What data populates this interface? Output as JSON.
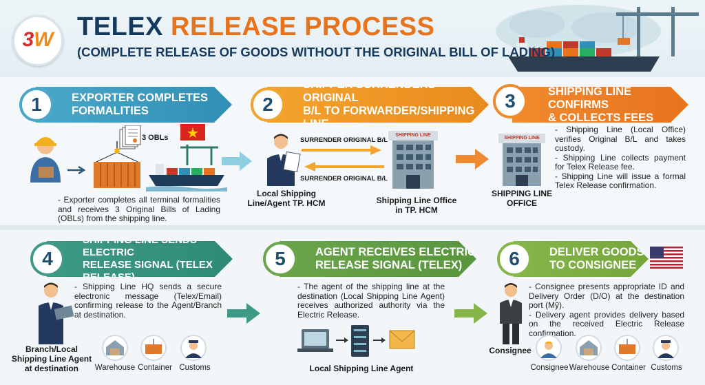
{
  "header": {
    "logo_text_num": "3",
    "logo_text_w": "W",
    "title_part1": "TELEX",
    "title_part2": "RELEASE PROCESS",
    "subtitle": "(COMPLETE RELEASE OF GOODS WITHOUT THE ORIGINAL BILL OF LADING)"
  },
  "steps": [
    {
      "number": "1",
      "title_line1": "EXPORTER COMPLETES",
      "title_line2": "FORMALITIES",
      "obl_label": "3 OBLs",
      "desc": "- Exporter completes all terminal formalities and receives 3 Original Bills of Lading (OBLs) from the shipping line."
    },
    {
      "number": "2",
      "title_line1": "SHIPPER SURRENDERS ORIGINAL",
      "title_line2": "B/L TO FORWARDER/SHIPPING LINE",
      "arrow_top_label": "SURRENDER ORIGINAL B/L",
      "arrow_bottom_label": "SURRENDER ORIGINAL B/L",
      "agent_label": "Local Shipping Line/Agent TP. HCM",
      "building_sign": "SHIPPING LINE",
      "office_label": "Shipping Line Office in TP. HCM"
    },
    {
      "number": "3",
      "title_line1": "SHIPPING LINE CONFIRMS",
      "title_line2": "& COLLECTS FEES",
      "building_sign": "SHIPPING LINE",
      "office_label": "SHIPPING LINE OFFICE",
      "desc": [
        "- Shipping Line (Local Office) verifies Original B/L and takes custody.",
        "- Shipping Line collects payment for Telex Release fee.",
        "- Shipping Line will issue a formal Telex Release confirmation."
      ]
    },
    {
      "number": "4",
      "title_line1": "SHIPPING LINE SENDS ELECTRIC",
      "title_line2": "RELEASE SIGNAL (TELEX RELEASE)",
      "desc": "- Shipping Line HQ sends a secure electronic message (Telex/Email) confirming release to the Agent/Branch at destination.",
      "agent_label": "Branch/Local Shipping Line Agent at destination",
      "icons": [
        "Warehouse",
        "Container",
        "Customs"
      ]
    },
    {
      "number": "5",
      "title_line1": "AGENT RECEIVES ELECTRIC",
      "title_line2": "RELEASE SIGNAL (TELEX)",
      "desc": "- The agent of the shipping line at the destination (Local Shipping Line Agent) receives authorized authority via the Electric Release.",
      "agent_label": "Local Shipping Line Agent"
    },
    {
      "number": "6",
      "title_line1": "DELIVER GOODS",
      "title_line2": "TO CONSIGNEE",
      "desc": [
        "- Consignee presents appropriate ID and Delivery Order (D/O) at the destination port (Mỹ).",
        "- Delivery agent provides delivery based on the received Electric Release confirmation."
      ],
      "person_label": "Consignee",
      "icons": [
        "Consignee",
        "Warehouse",
        "Container",
        "Customs"
      ]
    }
  ],
  "colors": {
    "navy": "#163a5e",
    "orange": "#e8731d",
    "teal": "#4aa7c9",
    "green": "#6aa54b"
  }
}
